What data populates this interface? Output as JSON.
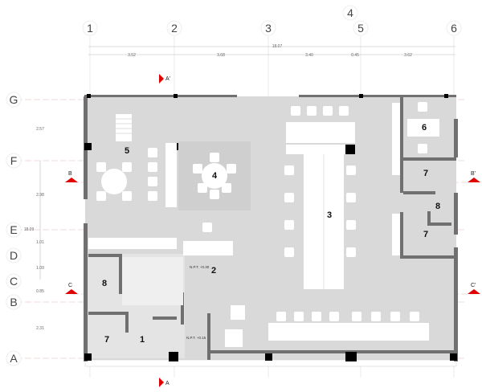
{
  "axes_vertical": [
    "1",
    "2",
    "3",
    "4",
    "5",
    "6"
  ],
  "axes_horizontal": [
    "G",
    "F",
    "E",
    "D",
    "C",
    "B",
    "A"
  ],
  "dimensions_horizontal": {
    "total": "18.07",
    "segments": [
      "3.52",
      "3.68",
      "3.40",
      "0.45",
      "3.62"
    ]
  },
  "dimensions_vertical": {
    "total": "18.09",
    "segments": [
      "2.57",
      "2.98",
      "1.01",
      "1.09",
      "0.85",
      "2.31"
    ]
  },
  "rooms": [
    "1",
    "2",
    "3",
    "4",
    "5",
    "6",
    "7",
    "7",
    "8",
    "8",
    "7"
  ],
  "levels": [
    "N.P.T. +0.30",
    "N.P.T. +0.15"
  ],
  "sections": [
    "A'",
    "A",
    "B",
    "B'",
    "C",
    "C'"
  ],
  "colors": {
    "section_marker": "#e00000",
    "wall": "#707070",
    "floor": "#d9d9d9"
  }
}
